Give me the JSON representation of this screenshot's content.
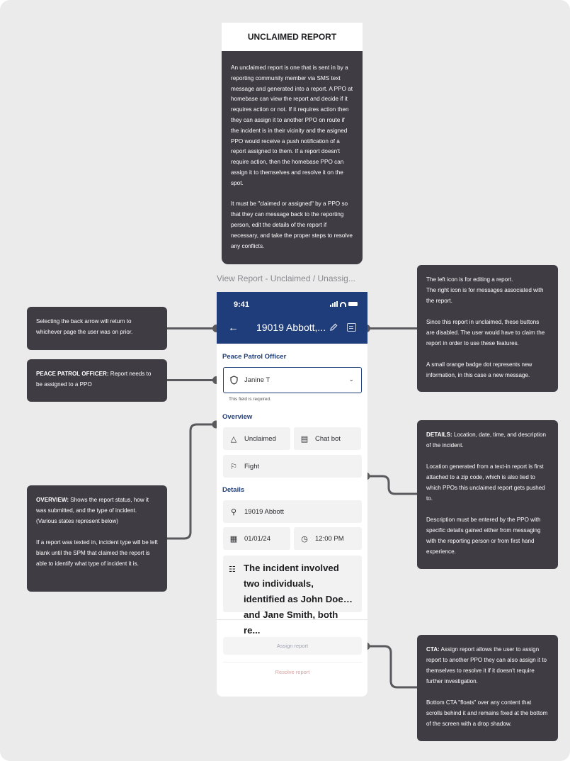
{
  "top_card": {
    "title": "UNCLAIMED REPORT",
    "p1": "An unclaimed report is one that is sent in by a reporting community member via SMS text message and generated into a report. A PPO at homebase can view the report and decide if it requires action or not. If it requires action then they can assign it to another PPO on route if the incident is in their vicinity and the asigned PPO would receive a push notification of a report assigned to them. If a report doesn't require action, then the homebase PPO can assign it to themselves and resolve it on the spot.",
    "p2": "It must be \"claimed or assigned\" by a PPO so that they can message back to the reporting person, edit the details of the report if necessary, and take the proper steps to resolve any conflicts."
  },
  "frame_label": "View Report - Unclaimed / Unassig...",
  "notes": {
    "back": "Selecting the back arrow will return to whichever page the user was on prior.",
    "ppo_bold": "PEACE PATROL OFFICER:",
    "ppo_rest": " Report needs to be assigned to a PPO",
    "overview_bold": "OVERVIEW:",
    "overview_rest": " Shows the report status, how it was submitted, and the type of incident. (Various states represent below)",
    "overview_p2": "If a report was texted in, incident type will be left blank until the SPM that claimed the report is able to identify what type of incident it is.",
    "icons_p1a": "The left icon is for editing a report.",
    "icons_p1b": "The right icon is for messages associated with the report.",
    "icons_p2": "Since this report in unclaimed, these buttons are disabled. The user would have to claim the report in order to use these features.",
    "icons_p3": "A small orange badge dot represents new information, in this case a new message.",
    "details_bold": "DETAILS:",
    "details_rest": " Location, date, time, and description of the incident.",
    "details_p2": "Location generated from a text-in report is first attached to a zip code, which is also tied to which PPOs this unclaimed report gets pushed to.",
    "details_p3": "Description must be entered by the PPO with specific details gained either from messaging with the reporting person or from first hand experience.",
    "cta_bold": "CTA:",
    "cta_rest": " Assign report allows the user to assign report to another PPO they can also assign it to themselves to resolve it if it doesn't require further investigation.",
    "cta_p2": "Bottom CTA \"floats\" over any content that scrolls behind it and remains fixed at the bottom of the screen with a drop shadow."
  },
  "phone": {
    "time": "9:41",
    "title": "19019 Abbott,...",
    "ppo_section": "Peace Patrol Officer",
    "ppo_value": "Janine T",
    "helper": "This field is required.",
    "overview_section": "Overview",
    "status": "Unclaimed",
    "source": "Chat bot",
    "incident_type": "Fight",
    "details_section": "Details",
    "location": "19019 Abbott",
    "date": "01/01/24",
    "time_value": "12:00 PM",
    "description": "The incident involved two individuals, identified as John Doe and Jane Smith, both re...",
    "assign_label": "Assign report",
    "resolve_label": "Resolve report"
  },
  "colors": {
    "appbar": "#1f3d7a",
    "note_bg": "#3f3c43",
    "board_bg": "#ebebec"
  }
}
